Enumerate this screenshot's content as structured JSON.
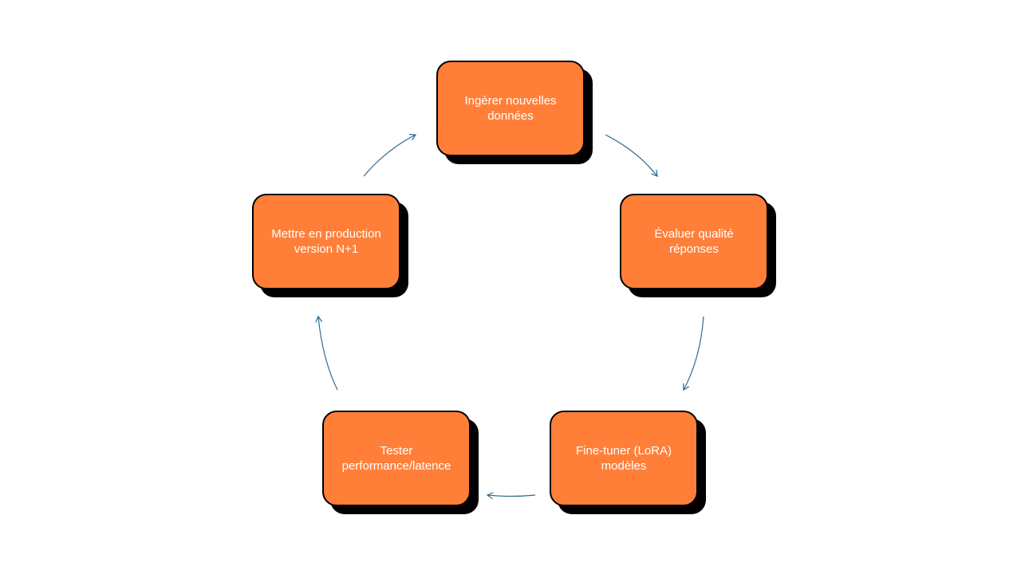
{
  "diagram": {
    "type": "cycle",
    "colors": {
      "box_fill": "#FF7F39",
      "box_border": "#000000",
      "shadow": "#000000",
      "label_text": "#FFFFFF",
      "arrow": "#2E6A8E"
    },
    "nodes": [
      {
        "id": "ingest",
        "label": "Ingérer nouvelles\ndonnées"
      },
      {
        "id": "eval",
        "label": "Évaluer qualité\nréponses"
      },
      {
        "id": "finetune",
        "label": "Fine-tuner (LoRA)\nmodèles"
      },
      {
        "id": "test",
        "label": "Tester\nperformance/latence"
      },
      {
        "id": "deploy",
        "label": "Mettre en production\nversion N+1"
      }
    ],
    "edges": [
      {
        "from": "ingest",
        "to": "eval"
      },
      {
        "from": "eval",
        "to": "finetune"
      },
      {
        "from": "finetune",
        "to": "test"
      },
      {
        "from": "test",
        "to": "deploy"
      },
      {
        "from": "deploy",
        "to": "ingest"
      }
    ]
  }
}
